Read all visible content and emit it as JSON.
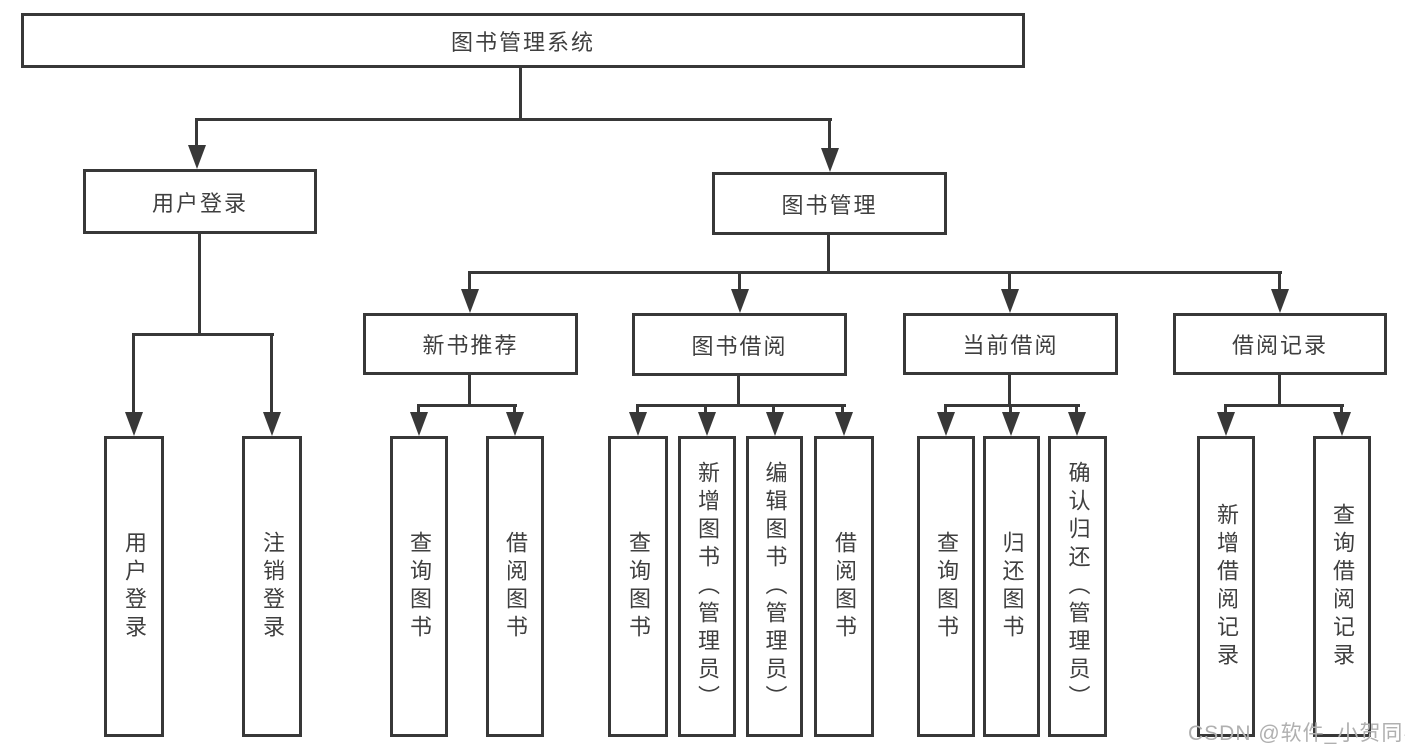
{
  "colors": {
    "line": "#383838",
    "text": "#3f3f3f",
    "watermark": "#b0b0b0"
  },
  "watermark": "CSDN @软件_小贺同学",
  "tree": {
    "root": {
      "label": "图书管理系统"
    },
    "level2": [
      {
        "label": "用户登录"
      },
      {
        "label": "图书管理"
      }
    ],
    "level3": [
      {
        "label": "新书推荐"
      },
      {
        "label": "图书借阅"
      },
      {
        "label": "当前借阅"
      },
      {
        "label": "借阅记录"
      }
    ],
    "leaves_user": [
      {
        "label": "用户登录"
      },
      {
        "label": "注销登录"
      }
    ],
    "leaves_newbooks": [
      {
        "label": "查询图书"
      },
      {
        "label": "借阅图书"
      }
    ],
    "leaves_borrow": [
      {
        "label": "查询图书"
      },
      {
        "label": "新增图书（管理员）"
      },
      {
        "label": "编辑图书（管理员）"
      },
      {
        "label": "借阅图书"
      }
    ],
    "leaves_current": [
      {
        "label": "查询图书"
      },
      {
        "label": "归还图书"
      },
      {
        "label": "确认归还（管理员）"
      }
    ],
    "leaves_records": [
      {
        "label": "新增借阅记录"
      },
      {
        "label": "查询借阅记录"
      }
    ]
  }
}
